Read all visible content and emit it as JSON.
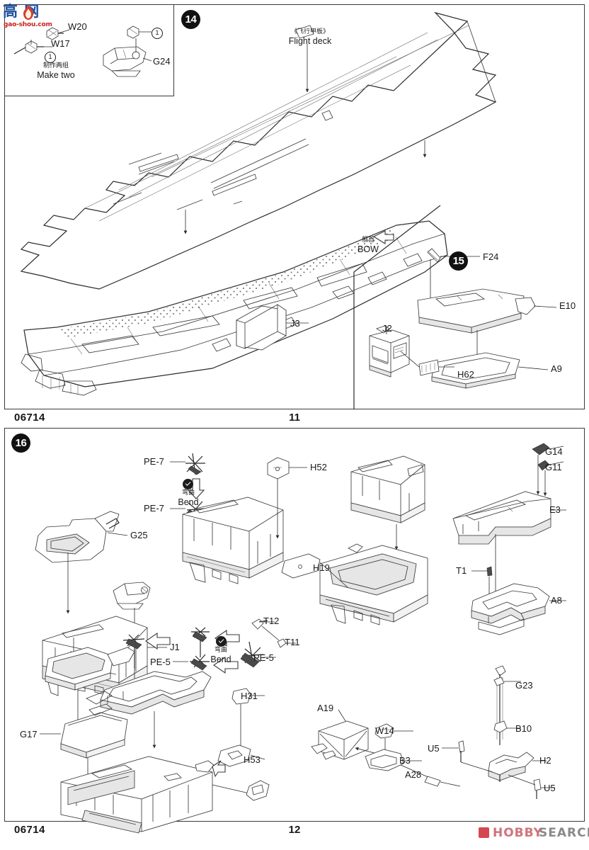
{
  "document": {
    "kit_number": "06714",
    "pages": [
      {
        "page_number": "11"
      },
      {
        "page_number": "12"
      }
    ]
  },
  "watermark": {
    "name": "gao-shou-watermark",
    "chars": "高  网",
    "url": "gao-shou.com"
  },
  "hobby_logo": {
    "name": "hobby-search-logo",
    "hobby": "HOBBY",
    "search": "SEARCH"
  },
  "steps": [
    {
      "number": "14"
    },
    {
      "number": "15"
    },
    {
      "number": "16"
    }
  ],
  "annotations": {
    "flight_deck": {
      "cn": "《飞行甲板》",
      "en": "Flight deck"
    },
    "bow": {
      "cn": "舰首",
      "en": "BOW"
    },
    "make_two": {
      "cn": "制作两组",
      "en": "Make two"
    },
    "bend_1": {
      "cn": "弯曲",
      "en": "Bend"
    },
    "bend_2": {
      "cn": "弯曲",
      "en": "Bend"
    }
  },
  "step14": {
    "inset_parts": [
      {
        "label": "W20"
      },
      {
        "label": "W17"
      },
      {
        "label": "G24"
      }
    ],
    "inset_markers": [
      {
        "label": "1"
      },
      {
        "label": "1"
      }
    ],
    "parts": [
      {
        "label": "J3"
      }
    ]
  },
  "step15": {
    "parts": [
      {
        "label": "F24"
      },
      {
        "label": "E10"
      },
      {
        "label": "A9"
      },
      {
        "label": "J2"
      },
      {
        "label": "H62"
      }
    ]
  },
  "step16": {
    "parts": [
      {
        "label": "G25"
      },
      {
        "label": "J1"
      },
      {
        "label": "PE-7"
      },
      {
        "label": "PE-7"
      },
      {
        "label": "H52"
      },
      {
        "label": "H19"
      },
      {
        "label": "G14"
      },
      {
        "label": "G11"
      },
      {
        "label": "E3"
      },
      {
        "label": "T1"
      },
      {
        "label": "A8"
      },
      {
        "label": "T12"
      },
      {
        "label": "T11"
      },
      {
        "label": "PE-5"
      },
      {
        "label": "PE-5"
      },
      {
        "label": "G17"
      },
      {
        "label": "H31"
      },
      {
        "label": "H53"
      },
      {
        "label": "A19"
      },
      {
        "label": "W14"
      },
      {
        "label": "B3"
      },
      {
        "label": "A28"
      },
      {
        "label": "G23"
      },
      {
        "label": "B10"
      },
      {
        "label": "U5"
      },
      {
        "label": "U5"
      },
      {
        "label": "H2"
      }
    ]
  }
}
